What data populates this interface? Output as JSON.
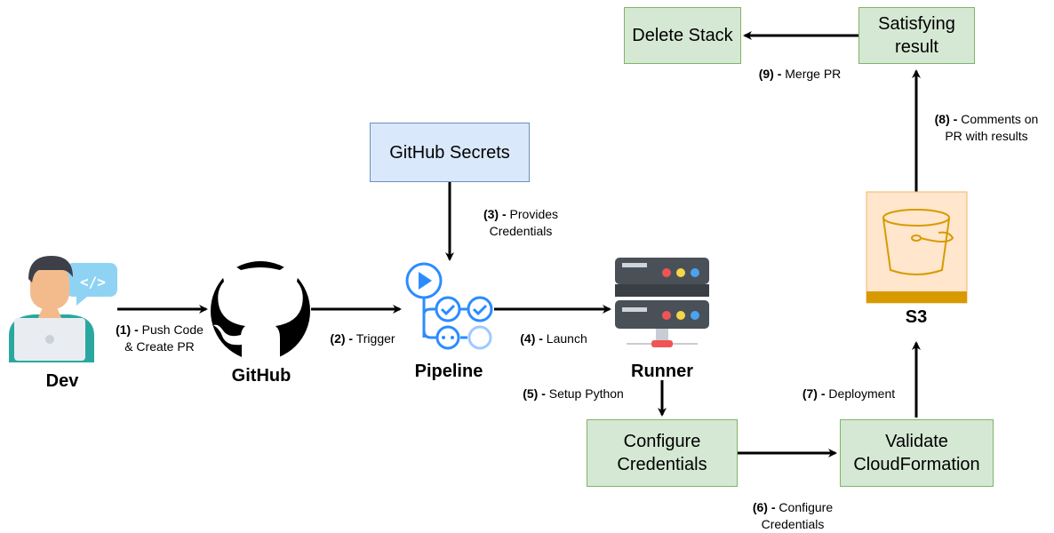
{
  "nodes": {
    "dev": {
      "label": "Dev",
      "icon": "developer-icon"
    },
    "github": {
      "label": "GitHub",
      "icon": "github-icon"
    },
    "pipeline": {
      "label": "Pipeline",
      "icon": "pipeline-icon"
    },
    "runner": {
      "label": "Runner",
      "icon": "server-icon"
    },
    "s3": {
      "label": "S3",
      "icon": "s3-bucket-icon"
    },
    "github_secrets": {
      "label": "GitHub Secrets"
    },
    "configure_credentials": {
      "label": "Configure\nCredentials"
    },
    "validate_cloudformation": {
      "label": "Validate\nCloudFormation"
    },
    "satisfying_result": {
      "label": "Satisfying\nresult"
    },
    "delete_stack": {
      "label": "Delete Stack"
    }
  },
  "edges": {
    "e1": {
      "step": "(1) -",
      "text": " Push Code\n& Create PR"
    },
    "e2": {
      "step": "(2) -",
      "text": " Trigger"
    },
    "e3": {
      "step": "(3) -",
      "text": " Provides\nCredentials"
    },
    "e4": {
      "step": "(4) -",
      "text": " Launch"
    },
    "e5": {
      "step": "(5) -",
      "text": " Setup Python"
    },
    "e6": {
      "step": "(6) -",
      "text": " Configure\nCredentials"
    },
    "e7": {
      "step": "(7) -",
      "text": " Deployment"
    },
    "e8": {
      "step": "(8) -",
      "text": " Comments on\nPR with results"
    },
    "e9": {
      "step": "(9) -",
      "text": " Merge PR"
    }
  },
  "colors": {
    "green_fill": "#d5e8d4",
    "green_stroke": "#82b366",
    "blue_fill": "#dae8fc",
    "blue_stroke": "#6c8ebf",
    "pipeline_blue": "#2b8cff",
    "s3_fill": "#ffe6cc",
    "s3_stroke": "#d79b00"
  }
}
